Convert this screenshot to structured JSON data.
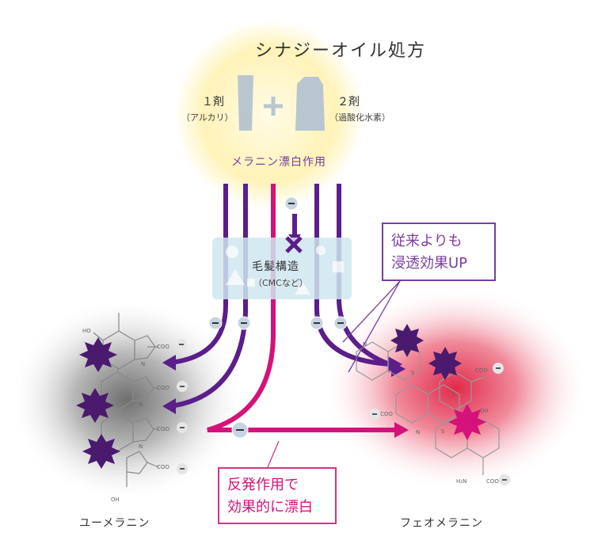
{
  "title": "シナジーオイル処方",
  "agent1": {
    "label": "１剤",
    "sub": "（アルカリ）"
  },
  "plus": "+",
  "agent2": {
    "label": "２剤",
    "sub": "（過酸化水素）"
  },
  "action": "メラニン漂白作用",
  "hair_structure": {
    "label": "毛髪構造",
    "sub": "（CMCなど）"
  },
  "callout_top": {
    "line1": "従来よりも",
    "line2": "浸透効果UP"
  },
  "callout_bottom": {
    "line1": "反発作用で",
    "line2": "効果的に漂白"
  },
  "left_molecule": "ユーメラニン",
  "right_molecule": "フェオメラニン",
  "molecule_text": {
    "coo": "COO",
    "nh": "N\nH",
    "ho": "HO",
    "oh": "OH",
    "s": "S",
    "h2n": "H₂N",
    "n": "N"
  },
  "colors": {
    "purple": "#5b1e8a",
    "magenta": "#d4127a",
    "callout_purple": "#7a3ea0",
    "callout_magenta": "#d63384",
    "glow_yellow": "#fff3b0",
    "glow_red": "#e8304f",
    "box_blue": "#cfe6ef",
    "bottle_grey": "#b9c6cf"
  }
}
